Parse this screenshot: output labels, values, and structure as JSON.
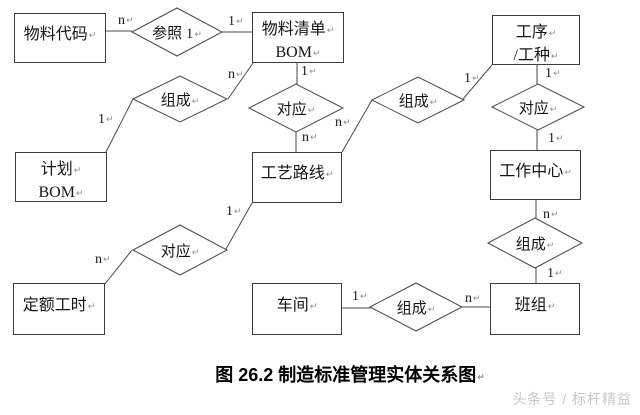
{
  "marks": {
    "return": "↵"
  },
  "entities": [
    {
      "name": "material-code",
      "lines": [
        "物料代码"
      ]
    },
    {
      "name": "bom-list",
      "lines": [
        "物料清单",
        "BOM"
      ]
    },
    {
      "name": "process-worktype",
      "lines": [
        "工序",
        "/工种"
      ]
    },
    {
      "name": "plan-bom",
      "lines": [
        "计划",
        "BOM"
      ]
    },
    {
      "name": "process-route",
      "lines": [
        "工艺路线"
      ]
    },
    {
      "name": "work-center",
      "lines": [
        "工作中心"
      ]
    },
    {
      "name": "standard-hours",
      "lines": [
        "定额工时"
      ]
    },
    {
      "name": "workshop",
      "lines": [
        "车间"
      ]
    },
    {
      "name": "team",
      "lines": [
        "班组"
      ]
    }
  ],
  "relationships": [
    {
      "name": "reference",
      "label": "参照 1"
    },
    {
      "name": "compose-1",
      "label": "组成"
    },
    {
      "name": "correspond-1",
      "label": "对应"
    },
    {
      "name": "compose-2",
      "label": "组成"
    },
    {
      "name": "correspond-2",
      "label": "对应"
    },
    {
      "name": "compose-3",
      "label": "组成"
    },
    {
      "name": "correspond-3",
      "label": "对应"
    },
    {
      "name": "compose-4",
      "label": "组成"
    }
  ],
  "cardinalities": [
    {
      "value": "n"
    },
    {
      "value": "1"
    },
    {
      "value": "n"
    },
    {
      "value": "1"
    },
    {
      "value": "1"
    },
    {
      "value": "n"
    },
    {
      "value": "n"
    },
    {
      "value": "1"
    },
    {
      "value": "1"
    },
    {
      "value": "1"
    },
    {
      "value": "n"
    },
    {
      "value": "1"
    },
    {
      "value": "n"
    },
    {
      "value": "1"
    },
    {
      "value": "1"
    },
    {
      "value": "n"
    }
  ],
  "caption": "图 26.2 制造标准管理实体关系图",
  "watermark": "头条号 / 标杆精益",
  "colors": {
    "line": "#4a4a4a",
    "text": "#111111",
    "watermark": "#c7c7c7"
  }
}
